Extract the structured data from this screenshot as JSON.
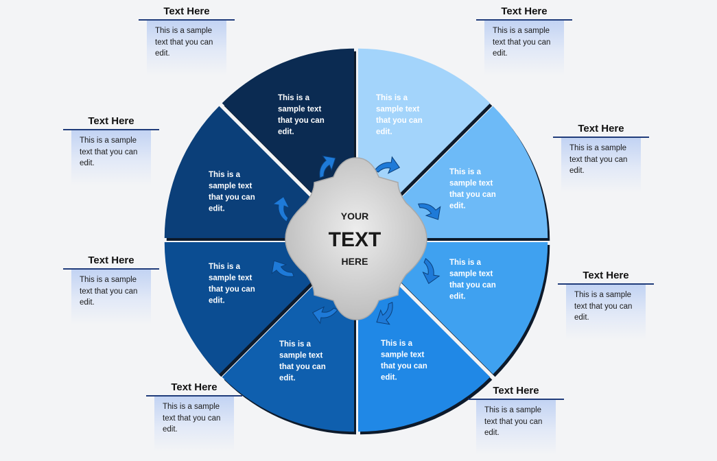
{
  "center": {
    "top": "YOUR",
    "main": "TEXT",
    "bottom": "HERE"
  },
  "segments": [
    {
      "text": "This is a sample text that you can edit.",
      "color": "#a3d4fb"
    },
    {
      "text": "This is a sample text that you can edit.",
      "color": "#6dbaf7"
    },
    {
      "text": "This is a sample text that you can edit.",
      "color": "#3fa1f0"
    },
    {
      "text": "This is a sample text that you can edit.",
      "color": "#2088e6"
    },
    {
      "text": "This is a sample text that you can edit.",
      "color": "#0f5fae"
    },
    {
      "text": "This is a sample text that you can edit.",
      "color": "#0b4d92"
    },
    {
      "text": "This is a sample text that you can edit.",
      "color": "#0b3f79"
    },
    {
      "text": "This is a sample text that you can edit.",
      "color": "#0b2b52"
    }
  ],
  "callouts": [
    {
      "title": "Text Here",
      "body": "This is a sample text that you can edit."
    },
    {
      "title": "Text Here",
      "body": "This is a sample text that you can edit."
    },
    {
      "title": "Text Here",
      "body": "This is a sample text that you can edit."
    },
    {
      "title": "Text Here",
      "body": "This is a sample text that you can edit."
    },
    {
      "title": "Text Here",
      "body": "This is a sample text that you can edit."
    },
    {
      "title": "Text Here",
      "body": "This is a sample text that you can edit."
    },
    {
      "title": "Text Here",
      "body": "This is a sample text that you can edit."
    },
    {
      "title": "Text Here",
      "body": "This is a sample text that you can edit."
    }
  ],
  "colors": {
    "arrow": "#1e7ad8",
    "hub": "#c8c8c8",
    "rule": "#1f3b7a"
  }
}
